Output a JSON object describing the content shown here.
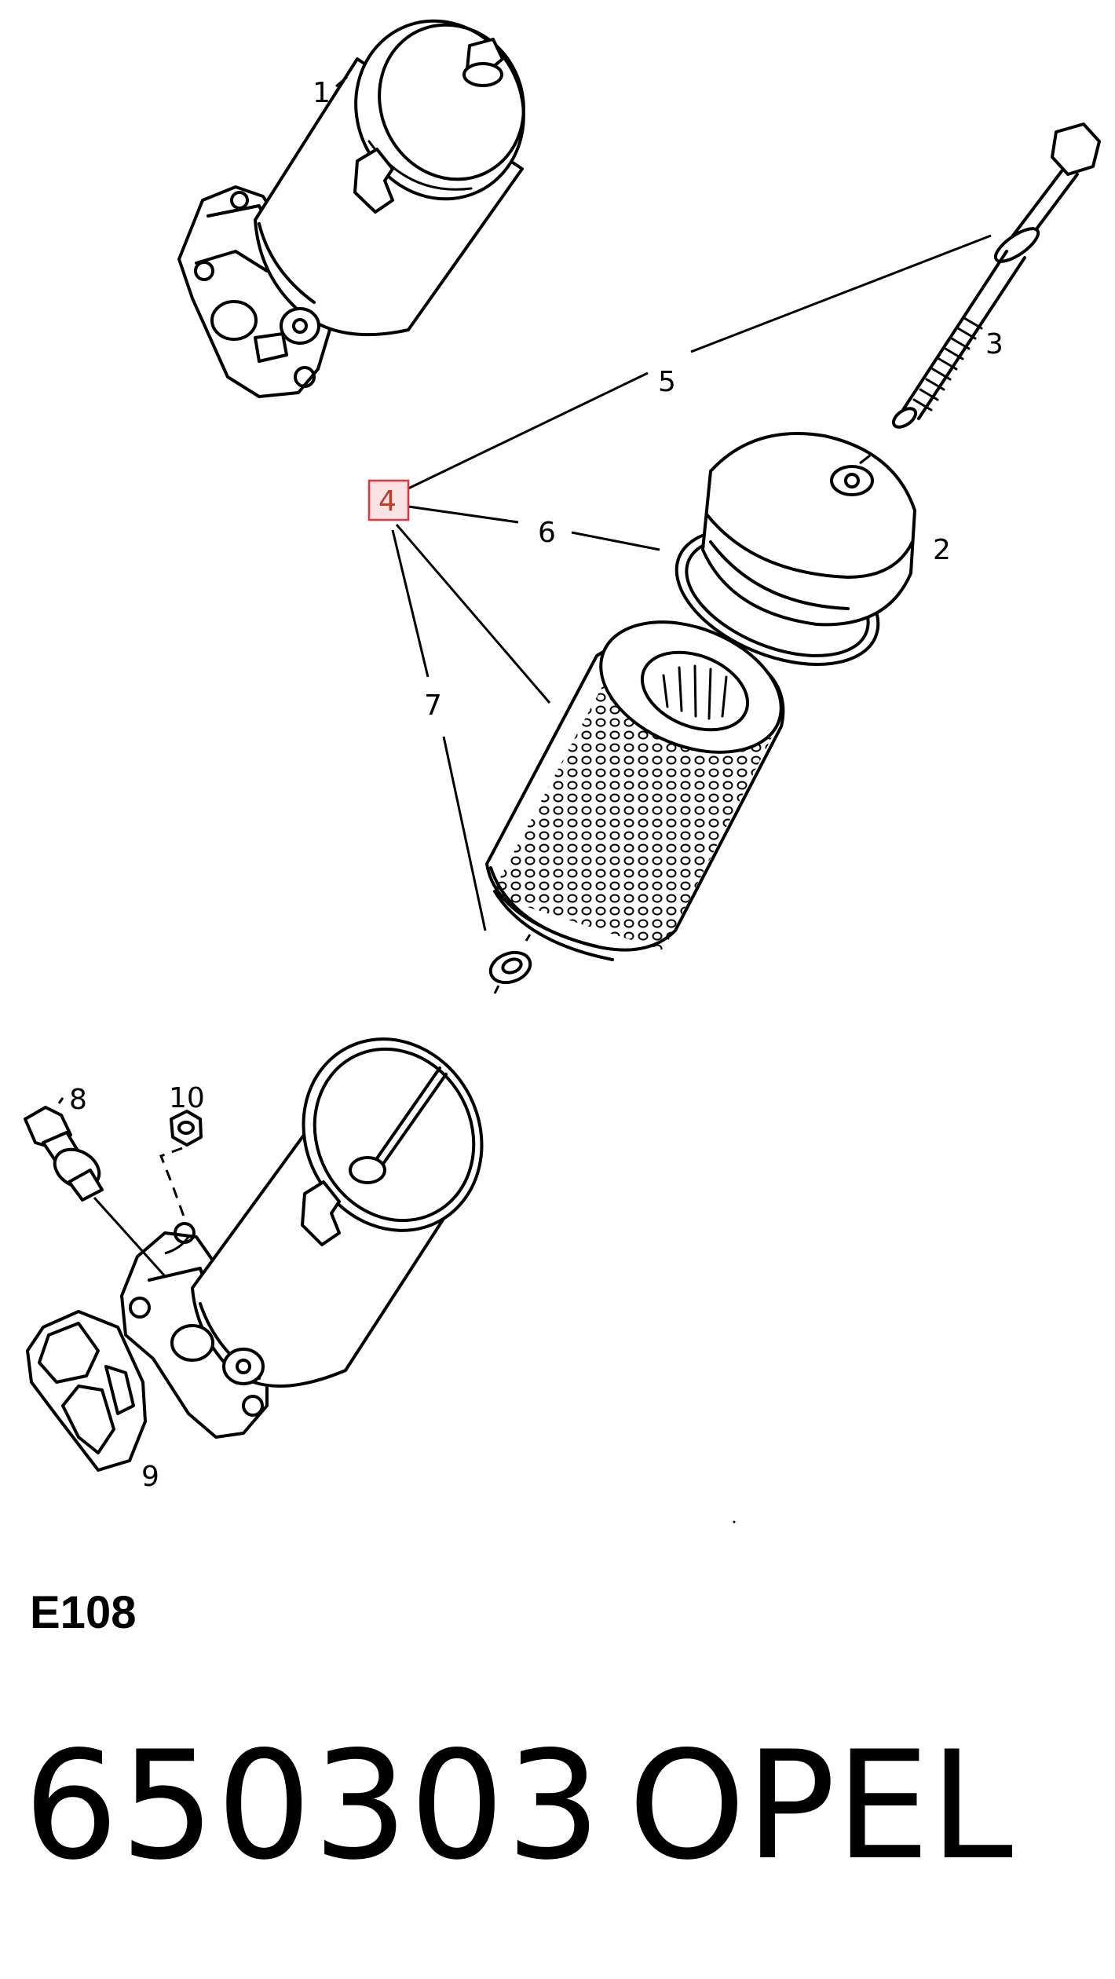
{
  "callouts": {
    "c1": "1",
    "c2": "2",
    "c3": "3",
    "c4": "4",
    "c5": "5",
    "c6": "6",
    "c7": "7",
    "c8": "8",
    "c9": "9",
    "c10": "10"
  },
  "highlight_color": "#e8333a",
  "highlight_fill": "#fbe3e4",
  "diagram_code": "E108",
  "part_number": "650303",
  "brand": "OPEL"
}
